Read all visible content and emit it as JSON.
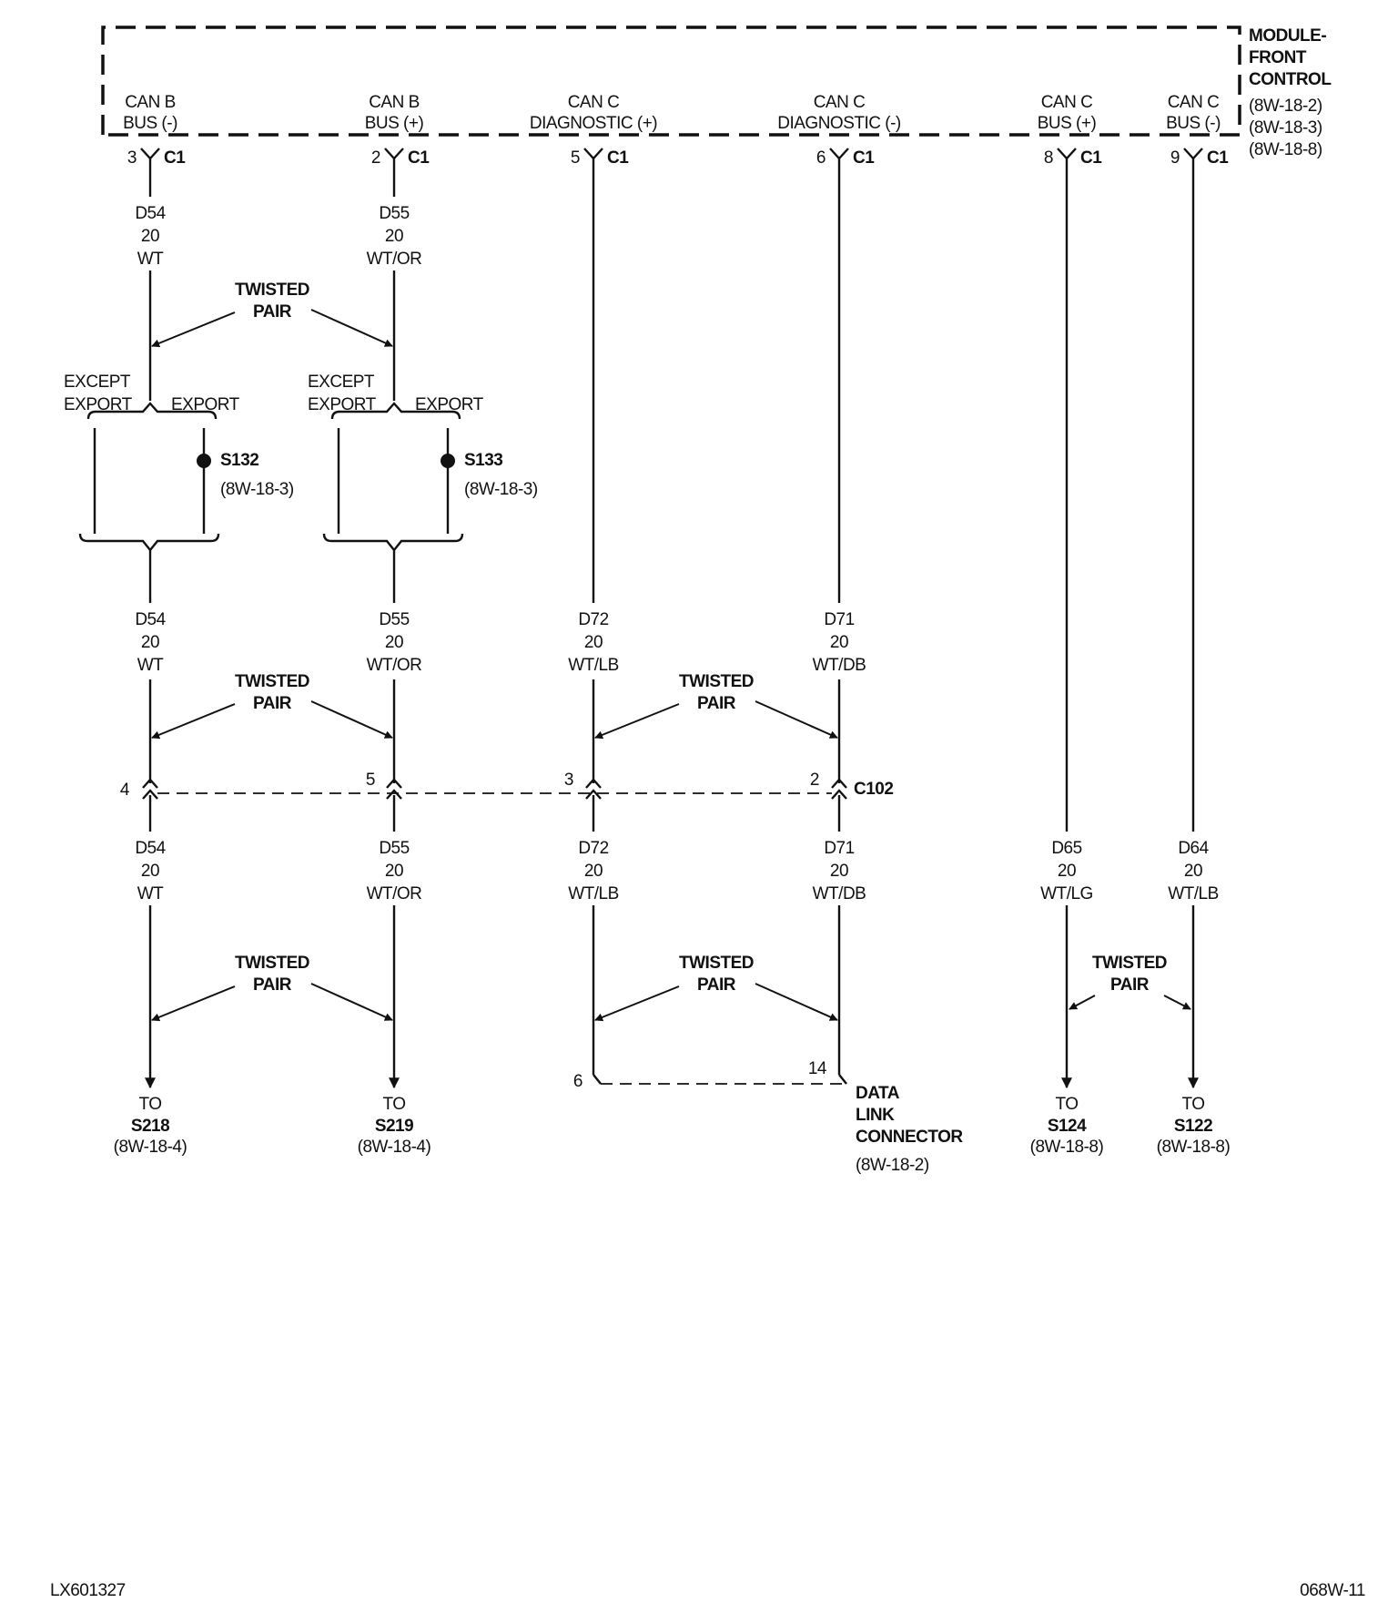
{
  "module": {
    "name_lines": [
      "MODULE-",
      "FRONT",
      "CONTROL"
    ],
    "refs": [
      "(8W-18-2)",
      "(8W-18-3)",
      "(8W-18-8)"
    ]
  },
  "pins": [
    {
      "line1": "CAN B",
      "line2": "BUS (-)",
      "pin": "3",
      "conn": "C1"
    },
    {
      "line1": "CAN B",
      "line2": "BUS (+)",
      "pin": "2",
      "conn": "C1"
    },
    {
      "line1": "CAN C",
      "line2": "DIAGNOSTIC (+)",
      "pin": "5",
      "conn": "C1"
    },
    {
      "line1": "CAN C",
      "line2": "DIAGNOSTIC (-)",
      "pin": "6",
      "conn": "C1"
    },
    {
      "line1": "CAN C",
      "line2": "BUS (+)",
      "pin": "8",
      "conn": "C1"
    },
    {
      "line1": "CAN C",
      "line2": "BUS (-)",
      "pin": "9",
      "conn": "C1"
    }
  ],
  "wires": {
    "w1": [
      "D54",
      "20",
      "WT"
    ],
    "w2": [
      "D55",
      "20",
      "WT/OR"
    ],
    "w3": [
      "D72",
      "20",
      "WT/LB"
    ],
    "w4": [
      "D71",
      "20",
      "WT/DB"
    ],
    "w5": [
      "D65",
      "20",
      "WT/LG"
    ],
    "w6": [
      "D64",
      "20",
      "WT/LB"
    ]
  },
  "twisted_pair": [
    "TWISTED",
    "PAIR"
  ],
  "splice_options": {
    "except": [
      "EXCEPT",
      "EXPORT"
    ],
    "export": "EXPORT"
  },
  "splices": [
    {
      "name": "S132",
      "ref": "(8W-18-3)"
    },
    {
      "name": "S133",
      "ref": "(8W-18-3)"
    }
  ],
  "inline_connector": {
    "name": "C102",
    "pins": [
      "4",
      "5",
      "3",
      "2"
    ]
  },
  "data_link": {
    "pins": [
      "6",
      "14"
    ],
    "name_lines": [
      "DATA",
      "LINK",
      "CONNECTOR"
    ],
    "ref": "(8W-18-2)"
  },
  "destinations": [
    {
      "to": "TO",
      "name": "S218",
      "ref": "(8W-18-4)"
    },
    {
      "to": "TO",
      "name": "S219",
      "ref": "(8W-18-4)"
    },
    {
      "to": "TO",
      "name": "S124",
      "ref": "(8W-18-8)"
    },
    {
      "to": "TO",
      "name": "S122",
      "ref": "(8W-18-8)"
    }
  ],
  "footer": {
    "left": "LX601327",
    "right": "068W-11"
  }
}
